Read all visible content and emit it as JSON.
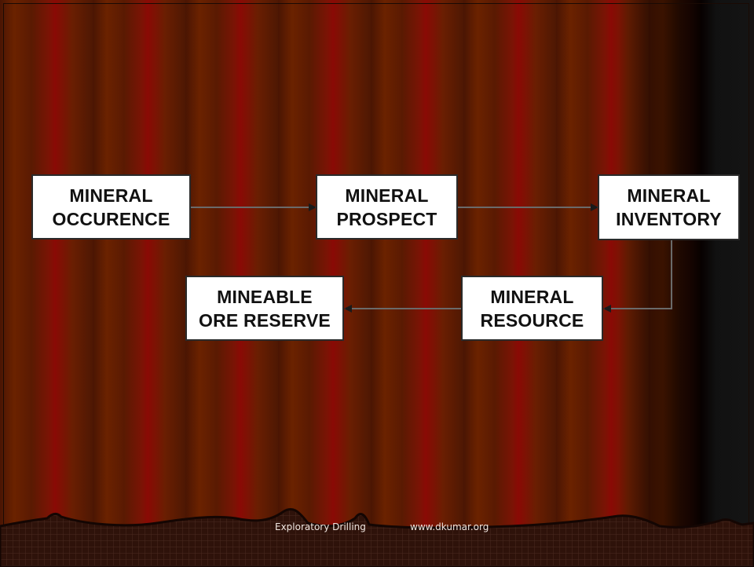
{
  "slide": {
    "background_color": "#5a1a02",
    "boxes": {
      "mineral_occurence": [
        "MINERAL",
        "OCCURENCE"
      ],
      "mineral_prospect": [
        "MINERAL",
        "PROSPECT"
      ],
      "mineral_inventory": [
        "MINERAL",
        "INVENTORY"
      ],
      "mineral_resource": [
        "MINERAL",
        "RESOURCE"
      ],
      "mineable_ore_reserve": [
        "MINEABLE",
        "ORE RESERVE"
      ]
    },
    "footer": {
      "title": "Exploratory Drilling",
      "website": "www.dkumar.org"
    }
  }
}
